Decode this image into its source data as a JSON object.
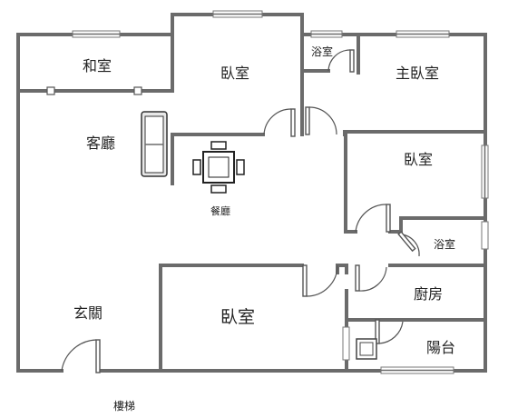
{
  "floorplan": {
    "rooms": {
      "washitsu": "和室",
      "living_room": "客廳",
      "dining_room": "餐廳",
      "bedroom_top": "臥室",
      "bath_top": "浴室",
      "master_bedroom": "主臥室",
      "bedroom_right": "臥室",
      "bath_right": "浴室",
      "kitchen": "廚房",
      "bedroom_bottom": "臥室",
      "entrance": "玄關",
      "balcony": "陽台"
    },
    "outside": {
      "stairs": "樓梯"
    }
  }
}
